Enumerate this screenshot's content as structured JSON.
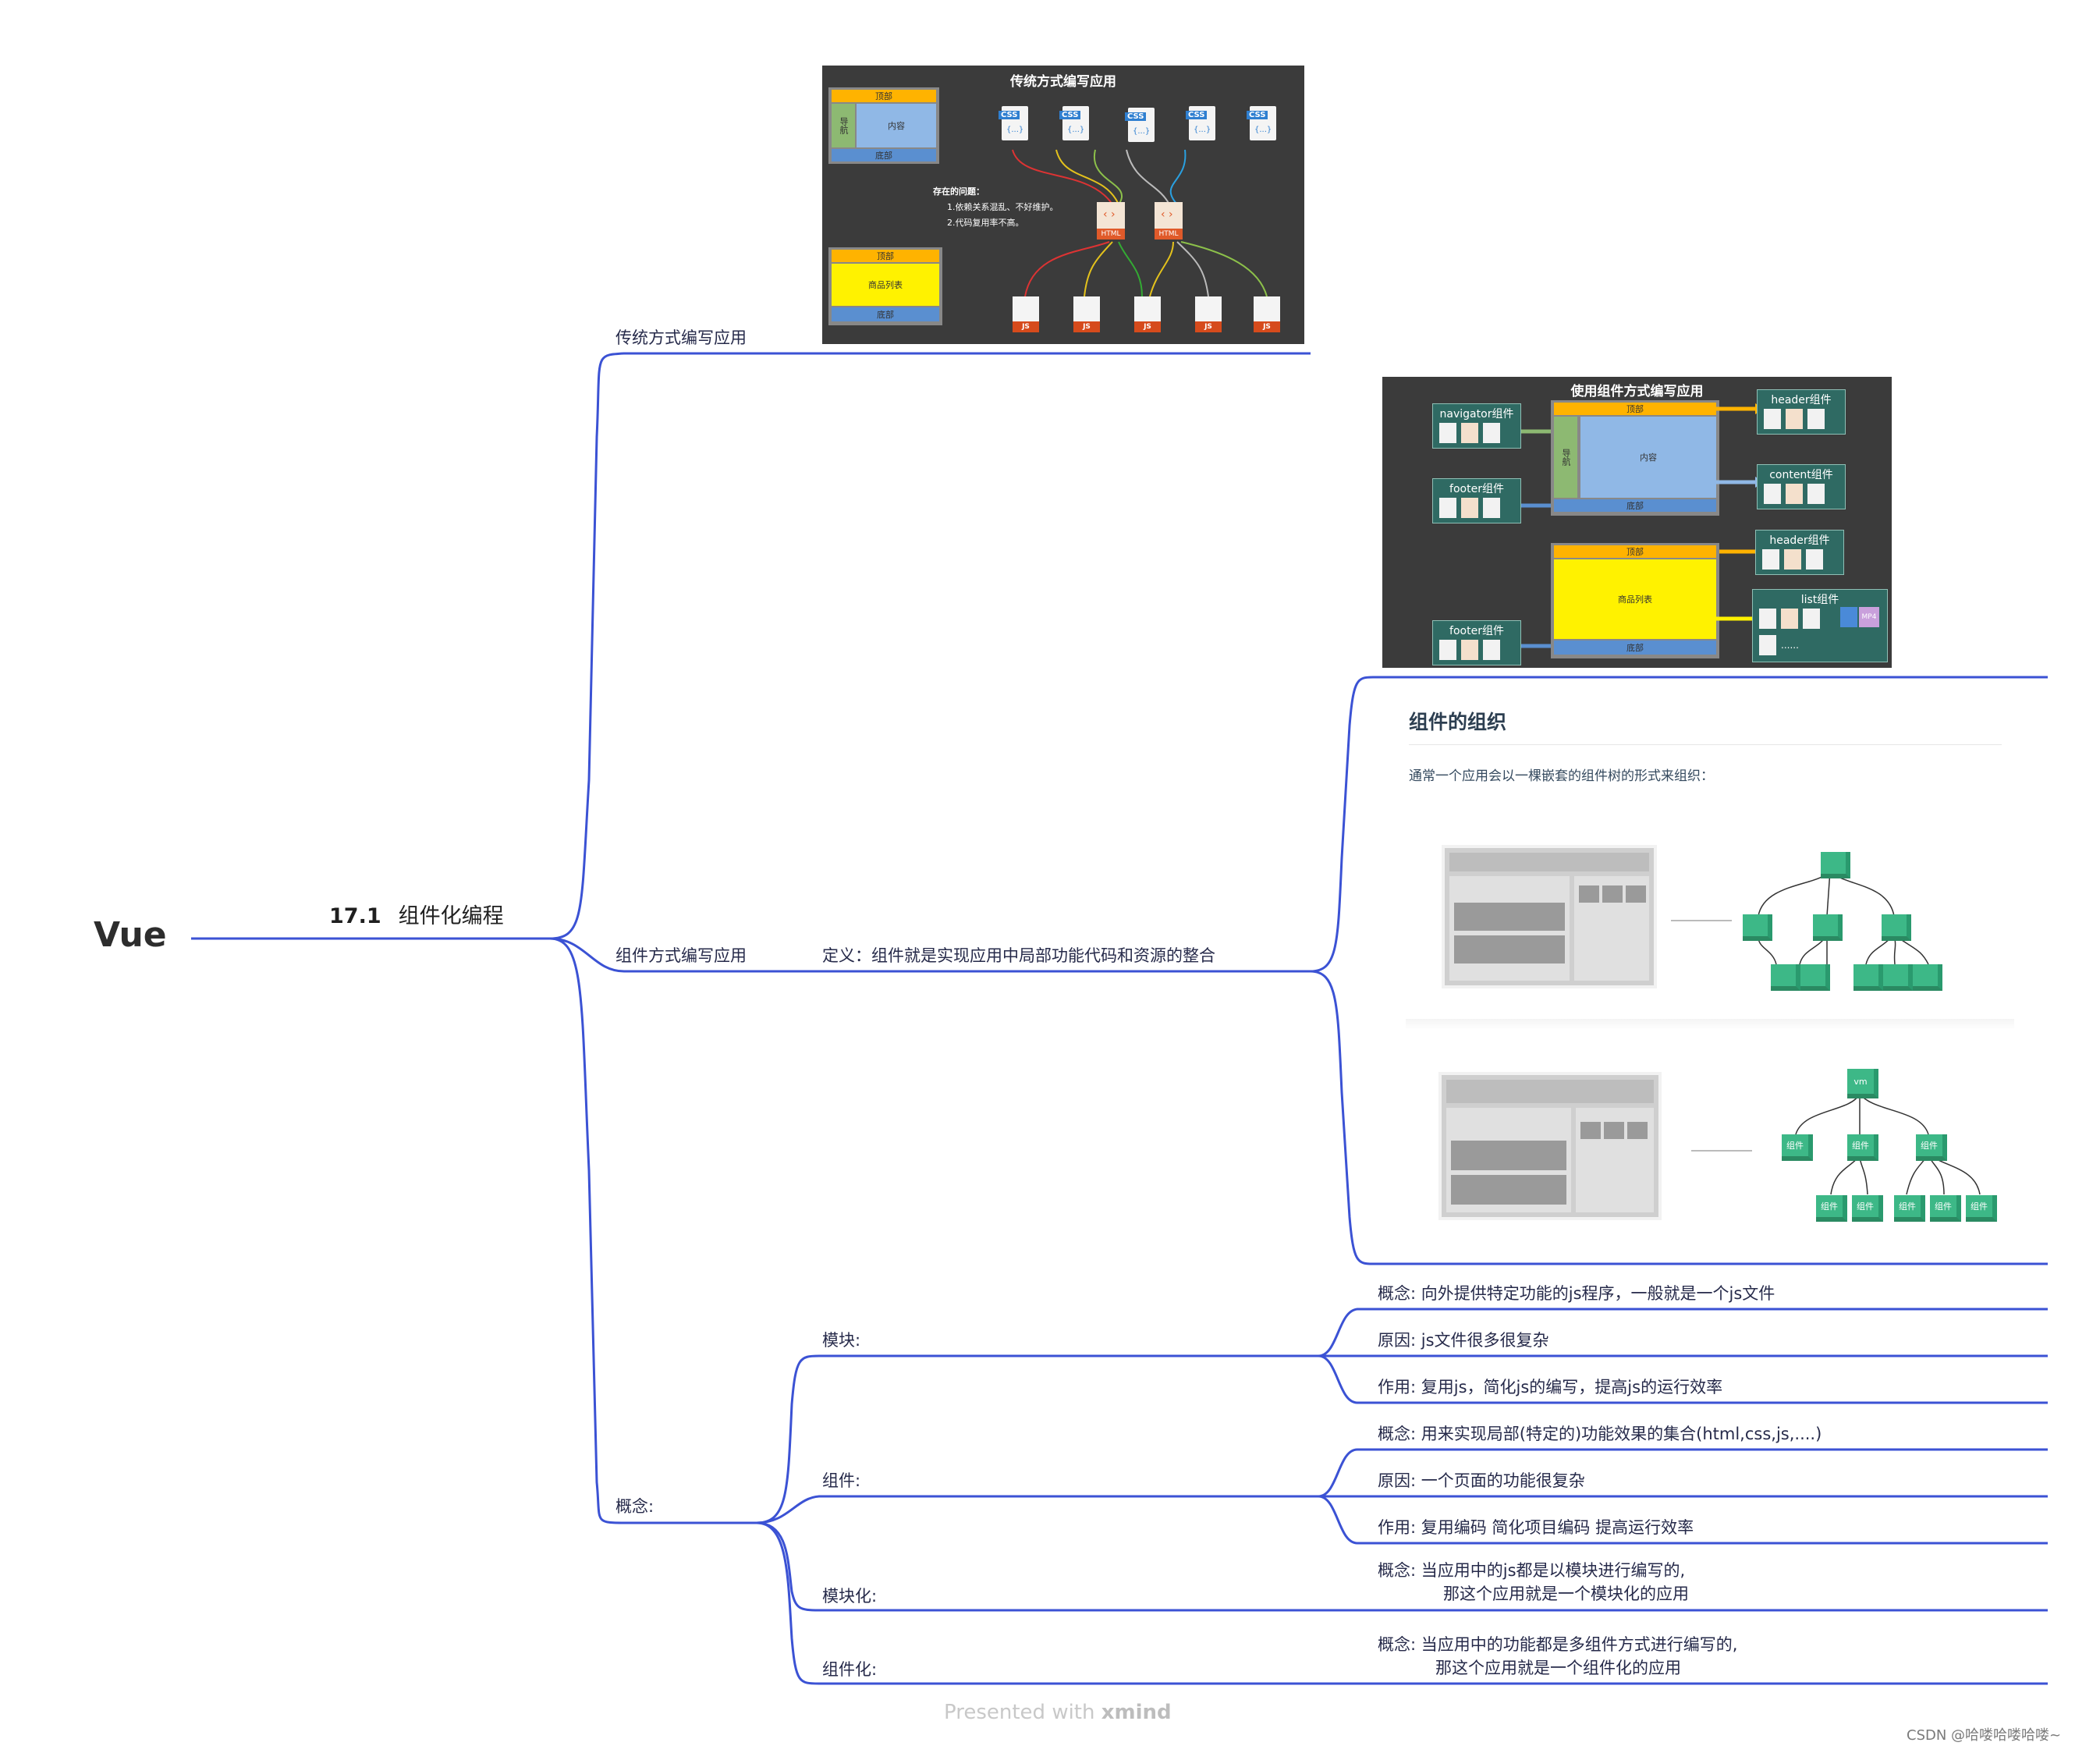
{
  "root": "Vue",
  "section": {
    "number": "17.1",
    "title": "组件化编程"
  },
  "branches": {
    "traditional": "传统方式编写应用",
    "component": "组件方式编写应用",
    "component_definition": "定义：组件就是实现应用中局部功能代码和资源的整合",
    "concept": "概念:"
  },
  "concepts": {
    "module": {
      "label": "模块:",
      "items": [
        "概念:   向外提供特定功能的js程序，一般就是一个js文件",
        "原因:   js文件很多很复杂",
        "作用:   复用js，简化js的编写，提高js的运行效率"
      ]
    },
    "component": {
      "label": "组件:",
      "items": [
        "概念:   用来实现局部(特定的)功能效果的集合(html,css,js,....)",
        "原因:   一个页面的功能很复杂",
        "作用:   复用编码  简化项目编码  提高运行效率"
      ]
    },
    "modularization": {
      "label": "模块化:",
      "lines": [
        "概念:    当应用中的js都是以模块进行编写的,",
        "那这个应用就是一个模块化的应用"
      ]
    },
    "componentization": {
      "label": "组件化:",
      "lines": [
        "概念:    当应用中的功能都是多组件方式进行编写的,",
        "那这个应用就是一个组件化的应用"
      ]
    }
  },
  "traditional_image": {
    "title": "传统方式编写应用",
    "top": "顶部",
    "nav": "导航",
    "content": "内容",
    "bottom": "底部",
    "product_list": "商品列表",
    "problems_title": "存在的问题：",
    "problem_1": "1.依赖关系混乱、不好维护。",
    "problem_2": "2.代码复用率不高。",
    "css_label": "CSS",
    "css_brace": "{...}",
    "html_label": "HTML",
    "js_label": "JS"
  },
  "component_image": {
    "title": "使用组件方式编写应用",
    "top": "顶部",
    "nav": "导航",
    "content": "内容",
    "bottom": "底部",
    "product_list": "商品列表",
    "navigator": "navigator组件",
    "footer": "footer组件",
    "header": "header组件",
    "content_comp": "content组件",
    "list": "list组件",
    "mp4": "MP4",
    "ellipsis": "......"
  },
  "org_image": {
    "title": "组件的组织",
    "subtitle": "通常一个应用会以一棵嵌套的组件树的形式来组织：",
    "vm": "vm",
    "comp": "组件"
  },
  "watermark": {
    "presented": "Presented with ",
    "brand": "xmind"
  },
  "credit": "CSDN @哈喽哈喽哈喽~",
  "colors": {
    "line": "#3b52d4",
    "dark_bg": "#3b3b3b",
    "cube": "#3db887"
  }
}
